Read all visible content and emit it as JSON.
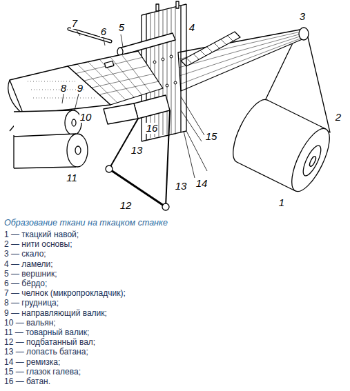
{
  "diagram": {
    "title": "Образование ткани на ткацком станке",
    "labels": [
      "1",
      "2",
      "3",
      "4",
      "5",
      "6",
      "7",
      "8",
      "9",
      "10",
      "11",
      "12",
      "13",
      "13",
      "14",
      "15",
      "16",
      "1 — ткацкий навой;",
      "2 — нити основы;",
      "3 — скало;",
      "4 — ламели;",
      "5 — вершник;",
      "6 — бёрдо;",
      "7 — челнок (микропрокладчик);",
      "8 — грудница;",
      "9 — направляющий валик;",
      "10 — вальян;",
      "11 — товарный валик;",
      "12 — подбатанный вал;",
      "13 — лопасть батана;",
      "14 — ремизка;",
      "15 — глазок галева;",
      "16 — батан."
    ]
  }
}
